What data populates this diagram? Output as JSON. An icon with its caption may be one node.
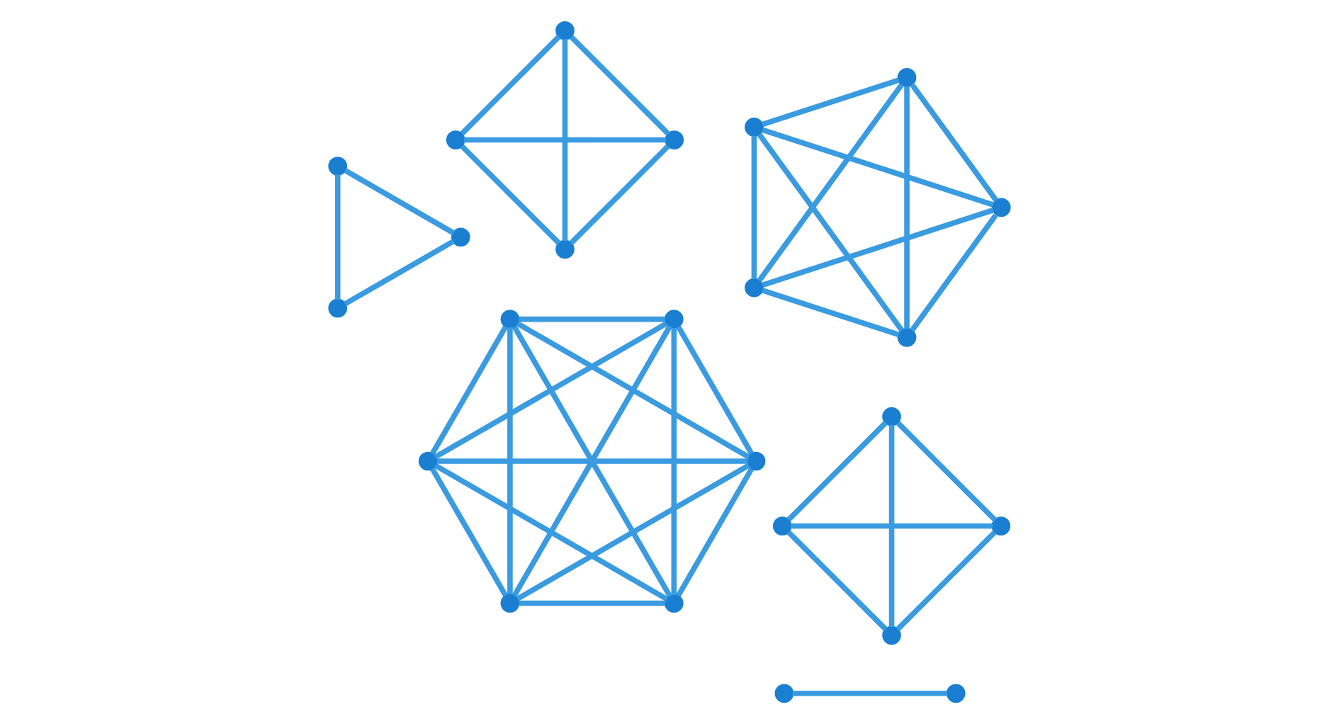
{
  "diagram": {
    "nodes": [
      {
        "text": [],
        "shape": "circle"
      },
      {
        "text": [],
        "shape": "circle"
      },
      {
        "text": [],
        "shape": "circle"
      },
      {
        "text": [],
        "shape": "circle"
      },
      {
        "text": [],
        "shape": "circle"
      },
      {
        "text": [],
        "shape": "circle"
      },
      {
        "text": [],
        "shape": "circle"
      },
      {
        "text": [],
        "shape": "circle"
      },
      {
        "text": [],
        "shape": "circle"
      },
      {
        "text": [],
        "shape": "circle"
      },
      {
        "text": [],
        "shape": "circle"
      },
      {
        "text": [],
        "shape": "circle"
      },
      {
        "text": [],
        "shape": "circle"
      },
      {
        "text": [],
        "shape": "circle"
      },
      {
        "text": [],
        "shape": "circle"
      },
      {
        "text": [],
        "shape": "circle"
      },
      {
        "text": [],
        "shape": "circle"
      },
      {
        "text": [],
        "shape": "circle"
      },
      {
        "text": [],
        "shape": "circle"
      },
      {
        "text": [],
        "shape": "circle"
      },
      {
        "text": [],
        "shape": "circle"
      },
      {
        "text": [],
        "shape": "circle"
      },
      {
        "text": [],
        "shape": "circle"
      },
      {
        "text": [],
        "shape": "circle"
      }
    ],
    "edges": [
      {
        "from": 0,
        "to": 1,
        "arrow": "none"
      },
      {
        "from": 2,
        "to": 3,
        "arrow": "none"
      },
      {
        "from": 2,
        "to": 4,
        "arrow": "none"
      },
      {
        "from": 3,
        "to": 4,
        "arrow": "none"
      },
      {
        "from": 5,
        "to": 6,
        "arrow": "none"
      },
      {
        "from": 5,
        "to": 7,
        "arrow": "none"
      },
      {
        "from": 5,
        "to": 8,
        "arrow": "none"
      },
      {
        "from": 6,
        "to": 7,
        "arrow": "none"
      },
      {
        "from": 6,
        "to": 8,
        "arrow": "none"
      },
      {
        "from": 7,
        "to": 8,
        "arrow": "none"
      },
      {
        "from": 9,
        "to": 10,
        "arrow": "none"
      },
      {
        "from": 9,
        "to": 11,
        "arrow": "none"
      },
      {
        "from": 9,
        "to": 12,
        "arrow": "none"
      },
      {
        "from": 10,
        "to": 11,
        "arrow": "none"
      },
      {
        "from": 10,
        "to": 12,
        "arrow": "none"
      },
      {
        "from": 11,
        "to": 12,
        "arrow": "none"
      },
      {
        "from": 13,
        "to": 14,
        "arrow": "none"
      },
      {
        "from": 13,
        "to": 15,
        "arrow": "none"
      },
      {
        "from": 13,
        "to": 16,
        "arrow": "none"
      },
      {
        "from": 13,
        "to": 17,
        "arrow": "none"
      },
      {
        "from": 14,
        "to": 15,
        "arrow": "none"
      },
      {
        "from": 14,
        "to": 16,
        "arrow": "none"
      },
      {
        "from": 14,
        "to": 17,
        "arrow": "none"
      },
      {
        "from": 15,
        "to": 16,
        "arrow": "none"
      },
      {
        "from": 15,
        "to": 17,
        "arrow": "none"
      },
      {
        "from": 16,
        "to": 17,
        "arrow": "none"
      },
      {
        "from": 18,
        "to": 19,
        "arrow": "none"
      },
      {
        "from": 18,
        "to": 20,
        "arrow": "none"
      },
      {
        "from": 18,
        "to": 21,
        "arrow": "none"
      },
      {
        "from": 18,
        "to": 22,
        "arrow": "none"
      },
      {
        "from": 18,
        "to": 23,
        "arrow": "none"
      },
      {
        "from": 19,
        "to": 20,
        "arrow": "none"
      },
      {
        "from": 19,
        "to": 21,
        "arrow": "none"
      },
      {
        "from": 19,
        "to": 22,
        "arrow": "none"
      },
      {
        "from": 19,
        "to": 23,
        "arrow": "none"
      },
      {
        "from": 20,
        "to": 21,
        "arrow": "none"
      },
      {
        "from": 20,
        "to": 22,
        "arrow": "none"
      },
      {
        "from": 20,
        "to": 23,
        "arrow": "none"
      },
      {
        "from": 21,
        "to": 22,
        "arrow": "none"
      },
      {
        "from": 21,
        "to": 23,
        "arrow": "none"
      },
      {
        "from": 22,
        "to": 23,
        "arrow": "none"
      }
    ]
  }
}
